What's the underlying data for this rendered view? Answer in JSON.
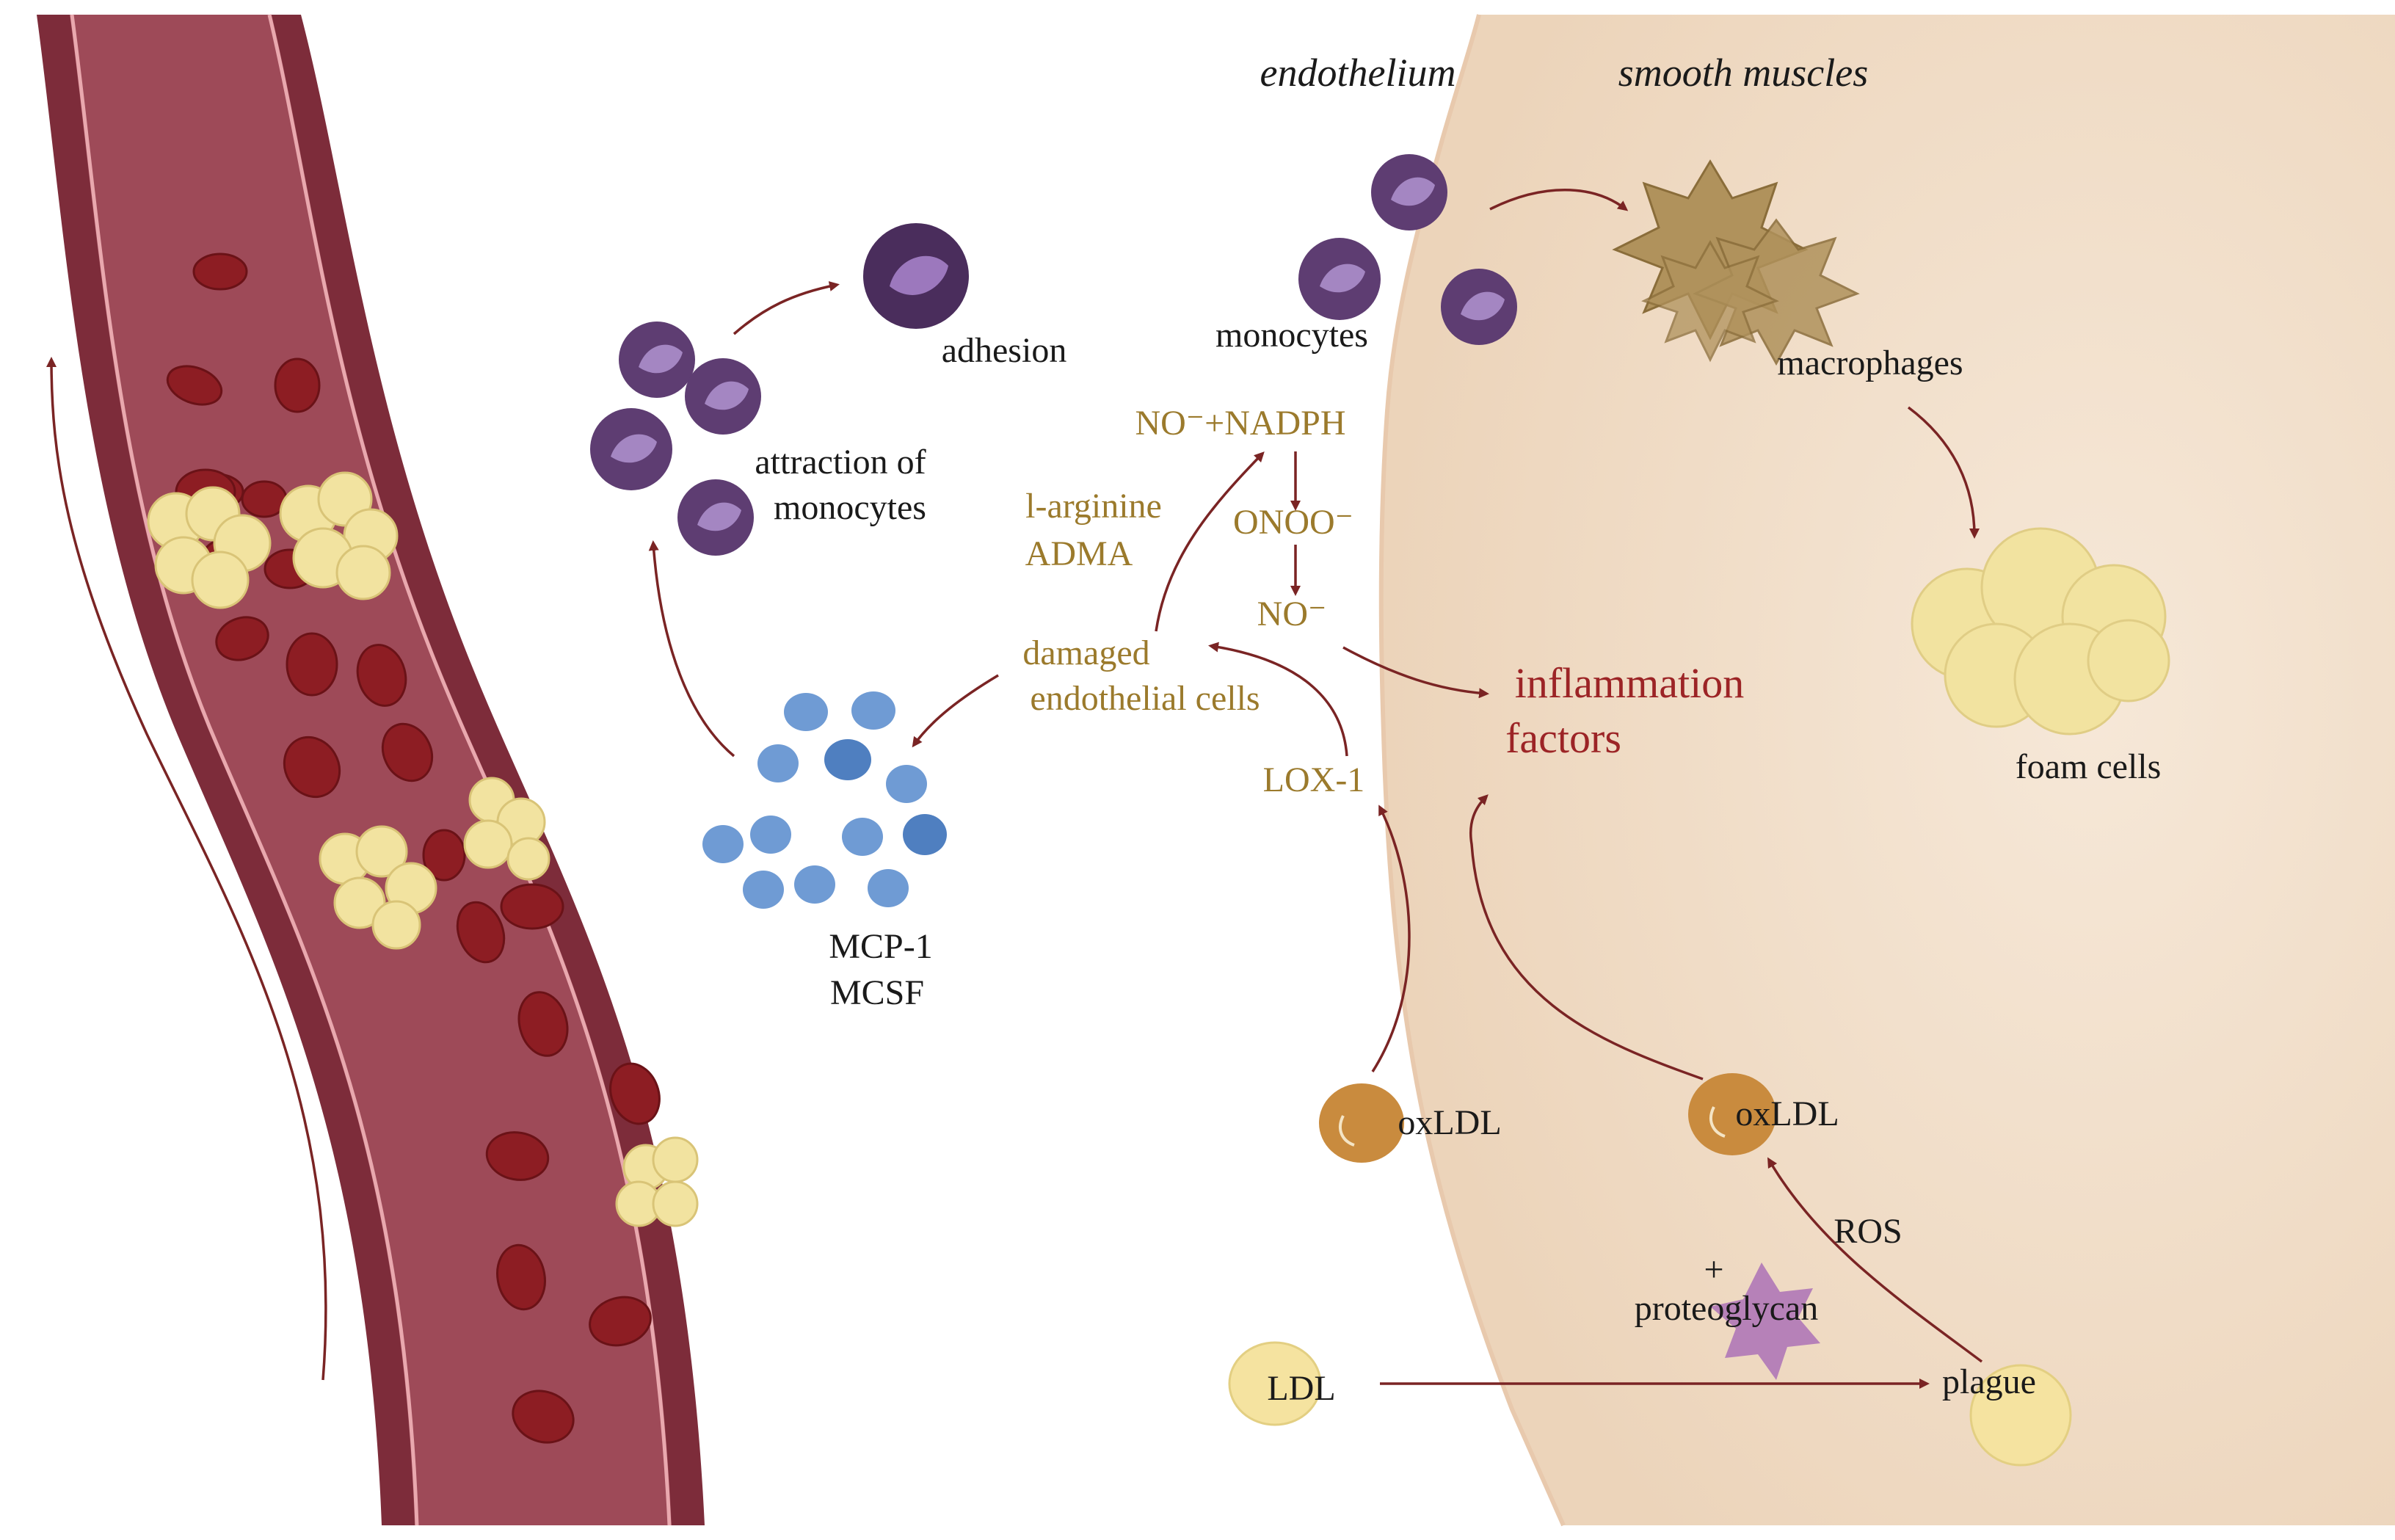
{
  "labels": {
    "endothelium": "endothelium",
    "smooth_muscles": "smooth muscles",
    "adhesion": "adhesion",
    "monocytes": "monocytes",
    "macrophages": "macrophages",
    "attraction_line1": "attraction of",
    "attraction_line2": "monocytes",
    "no_nadph": "NO⁻+NADPH",
    "onoo": "ONOO⁻",
    "no": "NO⁻",
    "l_arginine": "l-arginine",
    "adma": "ADMA",
    "damaged_line1": "damaged",
    "damaged_line2": "endothelial cells",
    "inflammation_line1": "inflammation",
    "inflammation_line2": "factors",
    "lox1": "LOX-1",
    "mcp1": "MCP-1",
    "mcsf": "MCSF",
    "foam_cells": "foam cells",
    "oxldl_left": "oxLDL",
    "oxldl_right": "oxLDL",
    "ros": "ROS",
    "plus": "+",
    "proteoglycan": "proteoglycan",
    "ldl": "LDL",
    "plague": "plague"
  },
  "colors": {
    "tissue": "#f2dfca",
    "vessel_wall": "#7d2c3a",
    "vessel_lumen": "#9e4a58",
    "rbc": "#8d1d23",
    "fat": "#f2e3a0",
    "monocyte": "#5e3d72",
    "monocyte_nucleus": "#a486c2",
    "mcp_dot": "#6f9bd4",
    "macrophage": "#b0925c",
    "oxldl": "#c98b3e",
    "ldl": "#f5e3a0",
    "proteoglycan": "#b681b8",
    "arrow": "#7a2424",
    "text_gold": "#9b7a2c",
    "text_red": "#9c2426"
  }
}
